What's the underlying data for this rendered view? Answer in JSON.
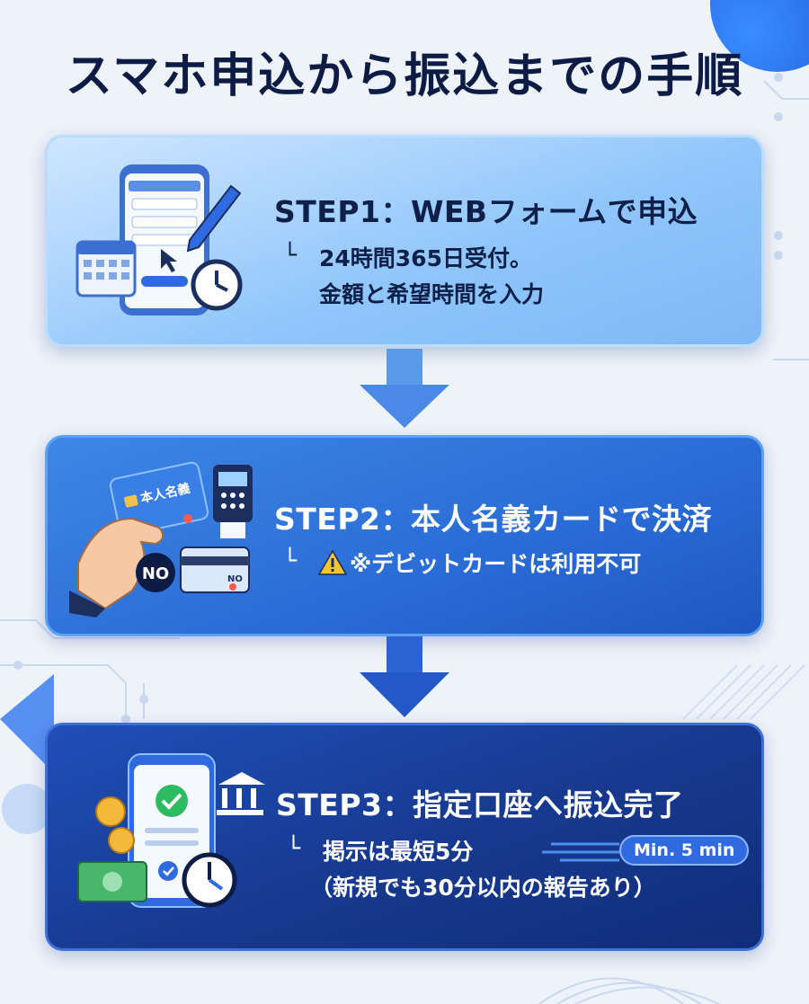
{
  "title": "スマホ申込から振込までの手順",
  "steps": [
    {
      "title": "STEP1：WEBフォームで申込",
      "bullet": "└",
      "lines": [
        "24時間365日受付。",
        "金額と希望時間を入力"
      ]
    },
    {
      "title": "STEP2：本人名義カードで決済",
      "bullet": "└",
      "warning_icon": "warning-icon",
      "lines": [
        "※デビットカードは利用不可"
      ],
      "card_text": "本人名義",
      "no_label": "NO",
      "card_no_label": "NO"
    },
    {
      "title": "STEP3：指定口座へ振込完了",
      "bullet": "└",
      "lines": [
        "掲示は最短5分",
        "（新規でも30分以内の報告あり）"
      ],
      "badge": "Min. 5 min"
    }
  ],
  "colors": {
    "title": "#0d1c45",
    "card1": "#8ec5fb",
    "card2": "#2a6cd6",
    "card3": "#17398f",
    "arrow": "#3a78e0"
  }
}
